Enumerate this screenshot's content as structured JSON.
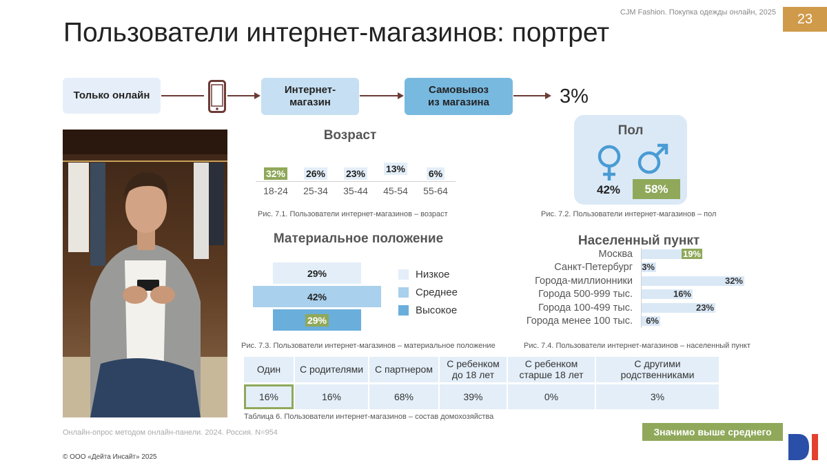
{
  "header": {
    "note": "CJM Fashion. Покупка одежды онлайн, 2025",
    "page_number": "23"
  },
  "title": "Пользователи интернет-магазинов: портрет",
  "flow": {
    "step1": "Только онлайн",
    "device_icon": "smartphone-icon",
    "step2": "Интернет-магазин",
    "step3": "Самовывоз из магазина",
    "share": "3%"
  },
  "age": {
    "title": "Возраст",
    "items": [
      {
        "label": "18-24",
        "value": "32%",
        "pct": 32
      },
      {
        "label": "25-34",
        "value": "26%",
        "pct": 26
      },
      {
        "label": "35-44",
        "value": "23%",
        "pct": 23
      },
      {
        "label": "45-54",
        "value": "13%",
        "pct": 13
      },
      {
        "label": "55-64",
        "value": "6%",
        "pct": 6
      }
    ],
    "caption": "Рис. 7.1. Пользователи интернет-магазинов – возраст"
  },
  "gender": {
    "title": "Пол",
    "female_icon": "female-symbol-icon",
    "male_icon": "male-symbol-icon",
    "female": "42%",
    "male": "58%",
    "caption": "Рис. 7.2. Пользователи интернет-магазинов – пол"
  },
  "wealth": {
    "title": "Материальное положение",
    "items": [
      {
        "label": "Низкое",
        "value": "29%",
        "pct": 29
      },
      {
        "label": "Среднее",
        "value": "42%",
        "pct": 42
      },
      {
        "label": "Высокое",
        "value": "29%",
        "pct": 29
      }
    ],
    "caption": "Рис. 7.3. Пользователи интернет-магазинов – материальное положение"
  },
  "city": {
    "title": "Населенный пункт",
    "items": [
      {
        "label": "Москва",
        "value": "19%",
        "pct": 19
      },
      {
        "label": "Санкт-Петербург",
        "value": "3%",
        "pct": 3
      },
      {
        "label": "Города-миллионники",
        "value": "32%",
        "pct": 32
      },
      {
        "label": "Города 500-999 тыс.",
        "value": "16%",
        "pct": 16
      },
      {
        "label": "Города 100-499 тыс.",
        "value": "23%",
        "pct": 23
      },
      {
        "label": "Города менее 100 тыс.",
        "value": "6%",
        "pct": 6
      }
    ],
    "caption": "Рис. 7.4. Пользователи интернет-магазинов – населенный пункт"
  },
  "household": {
    "headers": [
      "Один",
      "С родителями",
      "С партнером",
      "С ребенком до 18 лет",
      "С ребенком старше 18 лет",
      "С другими родственниками"
    ],
    "values": [
      "16%",
      "16%",
      "68%",
      "39%",
      "0%",
      "3%"
    ],
    "caption": "Таблица 6. Пользователи интернет-магазинов – состав домохозяйства"
  },
  "colors": {
    "highlight": "#8fa85a",
    "light_blue": "#dae8f6",
    "mid_blue": "#a9cfec",
    "dark_blue": "#6aaedc",
    "accent": "#cf9a4a"
  },
  "footer": {
    "source": "Онлайн-опрос методом онлайн-панели. 2024. Россия. N=954",
    "copyright": "© ООО «Дейта Инсайт» 2025",
    "legend_highlight": "Значимо выше среднего",
    "logo_text": "DI"
  }
}
